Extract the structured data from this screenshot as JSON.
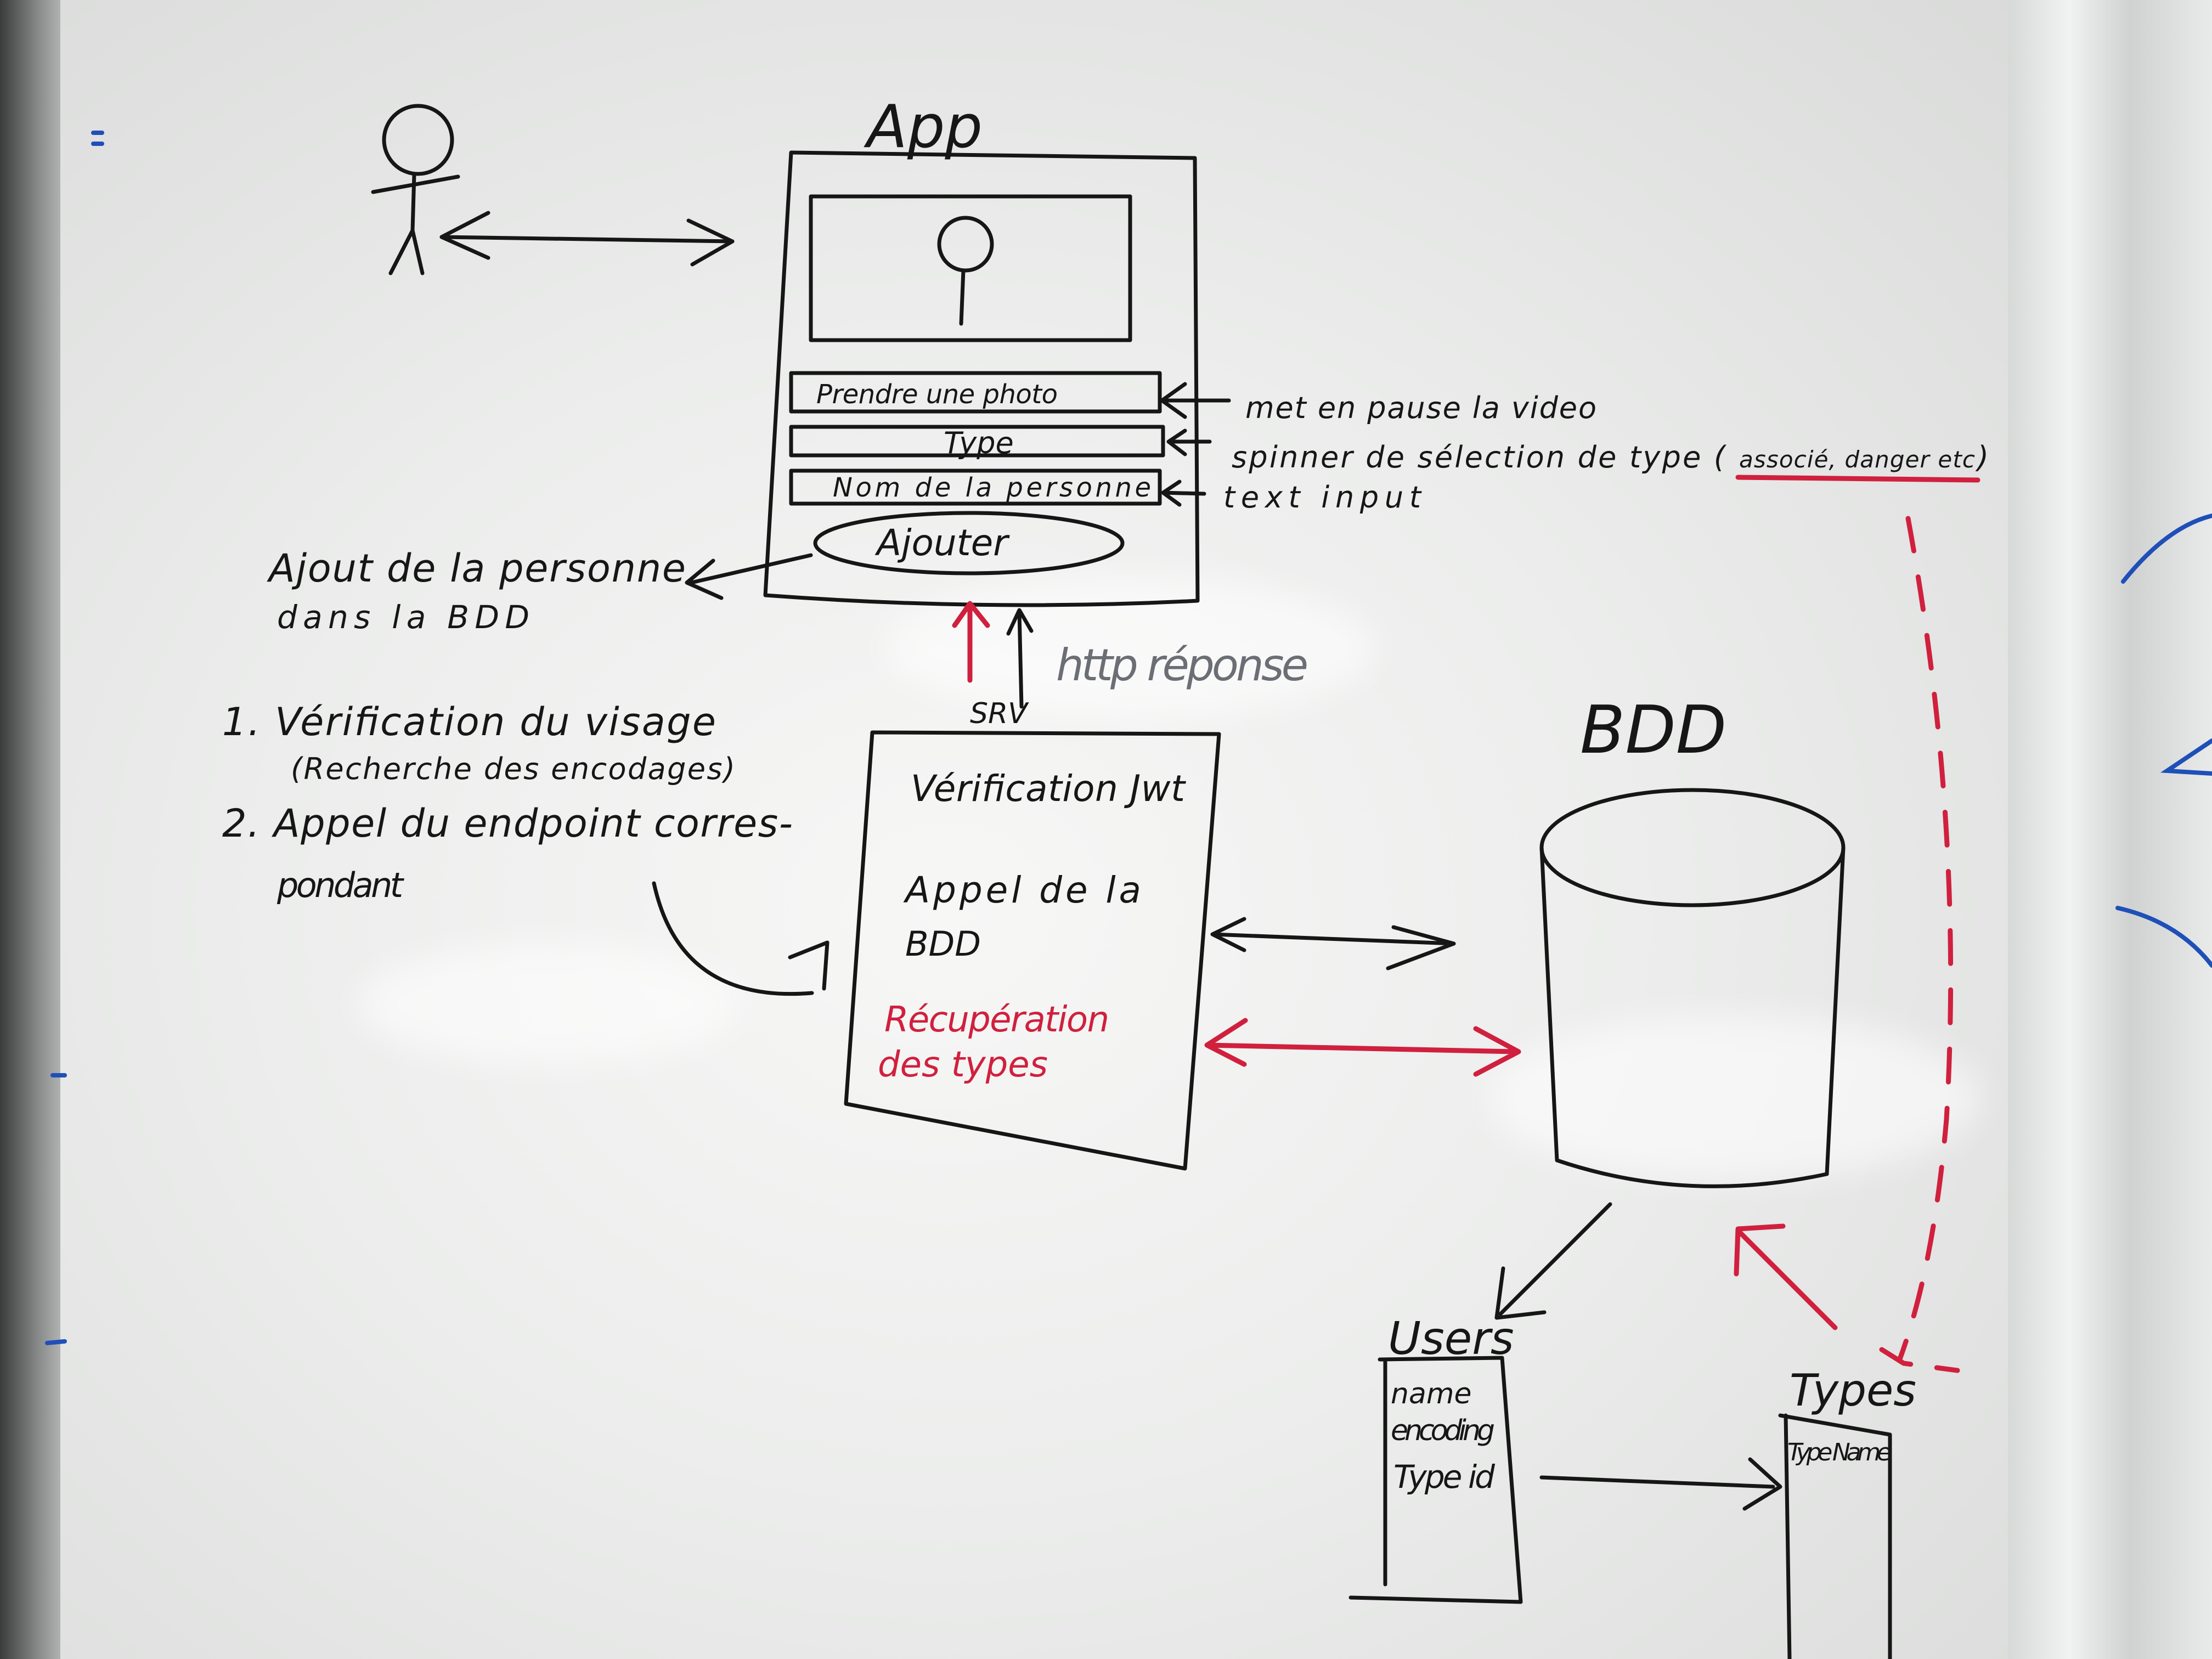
{
  "app": {
    "title": "App",
    "buttons": {
      "take_photo": "Prendre une photo",
      "type": "Type",
      "person_name": "Nom de la personne",
      "add": "Ajouter"
    },
    "annotations": {
      "take_photo": "met en pause la video",
      "type_prefix": "spinner de sélection de type (",
      "type_examples": "associé, danger etc",
      "type_suffix": ")",
      "person_name": "text input"
    },
    "add_note": [
      "Ajout de la personne",
      "dans la BDD"
    ]
  },
  "steps": [
    "1. Vérification du visage",
    "(Recherche des encodages)",
    "2. Appel du endpoint corres-",
    "pondant"
  ],
  "server": {
    "label": "SRV",
    "http_response": "http réponse",
    "lines": [
      "Vérification Jwt",
      "Appel de la",
      "BDD"
    ],
    "red_lines": [
      "Récupération",
      "des types"
    ]
  },
  "database": {
    "label": "BDD",
    "users": {
      "title": "Users",
      "fields": [
        "name",
        "encoding",
        "Type id"
      ]
    },
    "types": {
      "title": "Types",
      "fields": [
        "Type Name"
      ]
    }
  },
  "colors": {
    "ink": "#161616",
    "red": "#d0203e",
    "blue": "#1f4fb8",
    "board": "#eeeeed"
  }
}
